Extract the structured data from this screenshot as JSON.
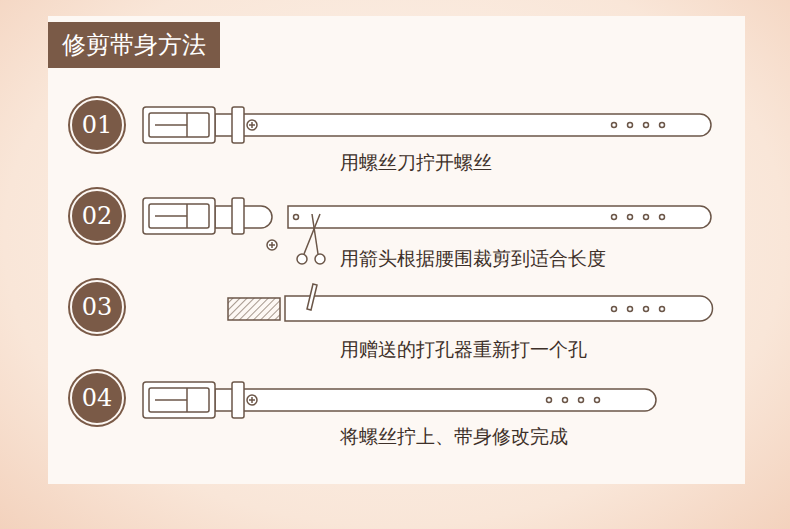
{
  "diagram": {
    "title": "修剪带身方法",
    "nodes": [
      {
        "text": [
          "01"
        ]
      },
      {
        "text": [
          "02"
        ]
      },
      {
        "text": [
          "03"
        ]
      },
      {
        "text": [
          "04"
        ]
      }
    ],
    "labels": [
      "用螺丝刀拧开螺丝",
      "用箭头根据腰围裁剪到适合长度",
      "用赠送的打孔器重新打一个孔",
      "将螺丝拧上、带身修改完成"
    ]
  }
}
